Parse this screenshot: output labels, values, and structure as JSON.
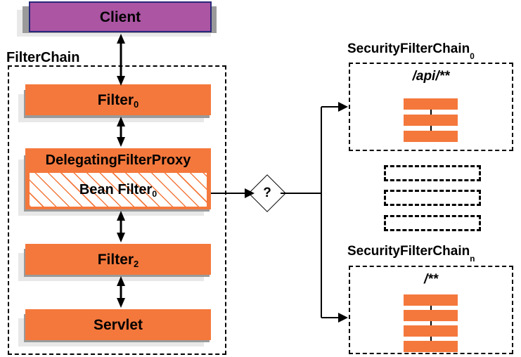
{
  "diagram": {
    "title": "Spring Security FilterChain delegation",
    "colors": {
      "filter_orange": "#F4783C",
      "client_purple": "#AB55A3",
      "client_border": "#28287A",
      "shadow_near": "#9A9A9A",
      "shadow_far": "#E8E8E8",
      "stroke": "#000000",
      "background": "#FFFFFF"
    }
  },
  "client": {
    "label": "Client"
  },
  "filter_chain": {
    "caption": "FilterChain",
    "nodes": [
      {
        "label": "Filter",
        "subscript": "0",
        "type": "filter"
      },
      {
        "label": "DelegatingFilterProxy",
        "subscript": "",
        "type": "proxy"
      },
      {
        "label": "Bean Filter",
        "subscript": "0",
        "type": "bean-filter"
      },
      {
        "label": "Filter",
        "subscript": "2",
        "type": "filter"
      },
      {
        "label": "Servlet",
        "subscript": "",
        "type": "servlet"
      }
    ]
  },
  "decision": {
    "label": "?"
  },
  "security_chains": [
    {
      "caption": "SecurityFilterChain",
      "subscript": "0",
      "pattern": "/api/**",
      "filter_count": 3
    },
    {
      "caption": "SecurityFilterChain",
      "subscript": "n",
      "pattern": "/**",
      "filter_count": 4
    }
  ],
  "omitted_chains": {
    "count": 3,
    "note": ""
  }
}
